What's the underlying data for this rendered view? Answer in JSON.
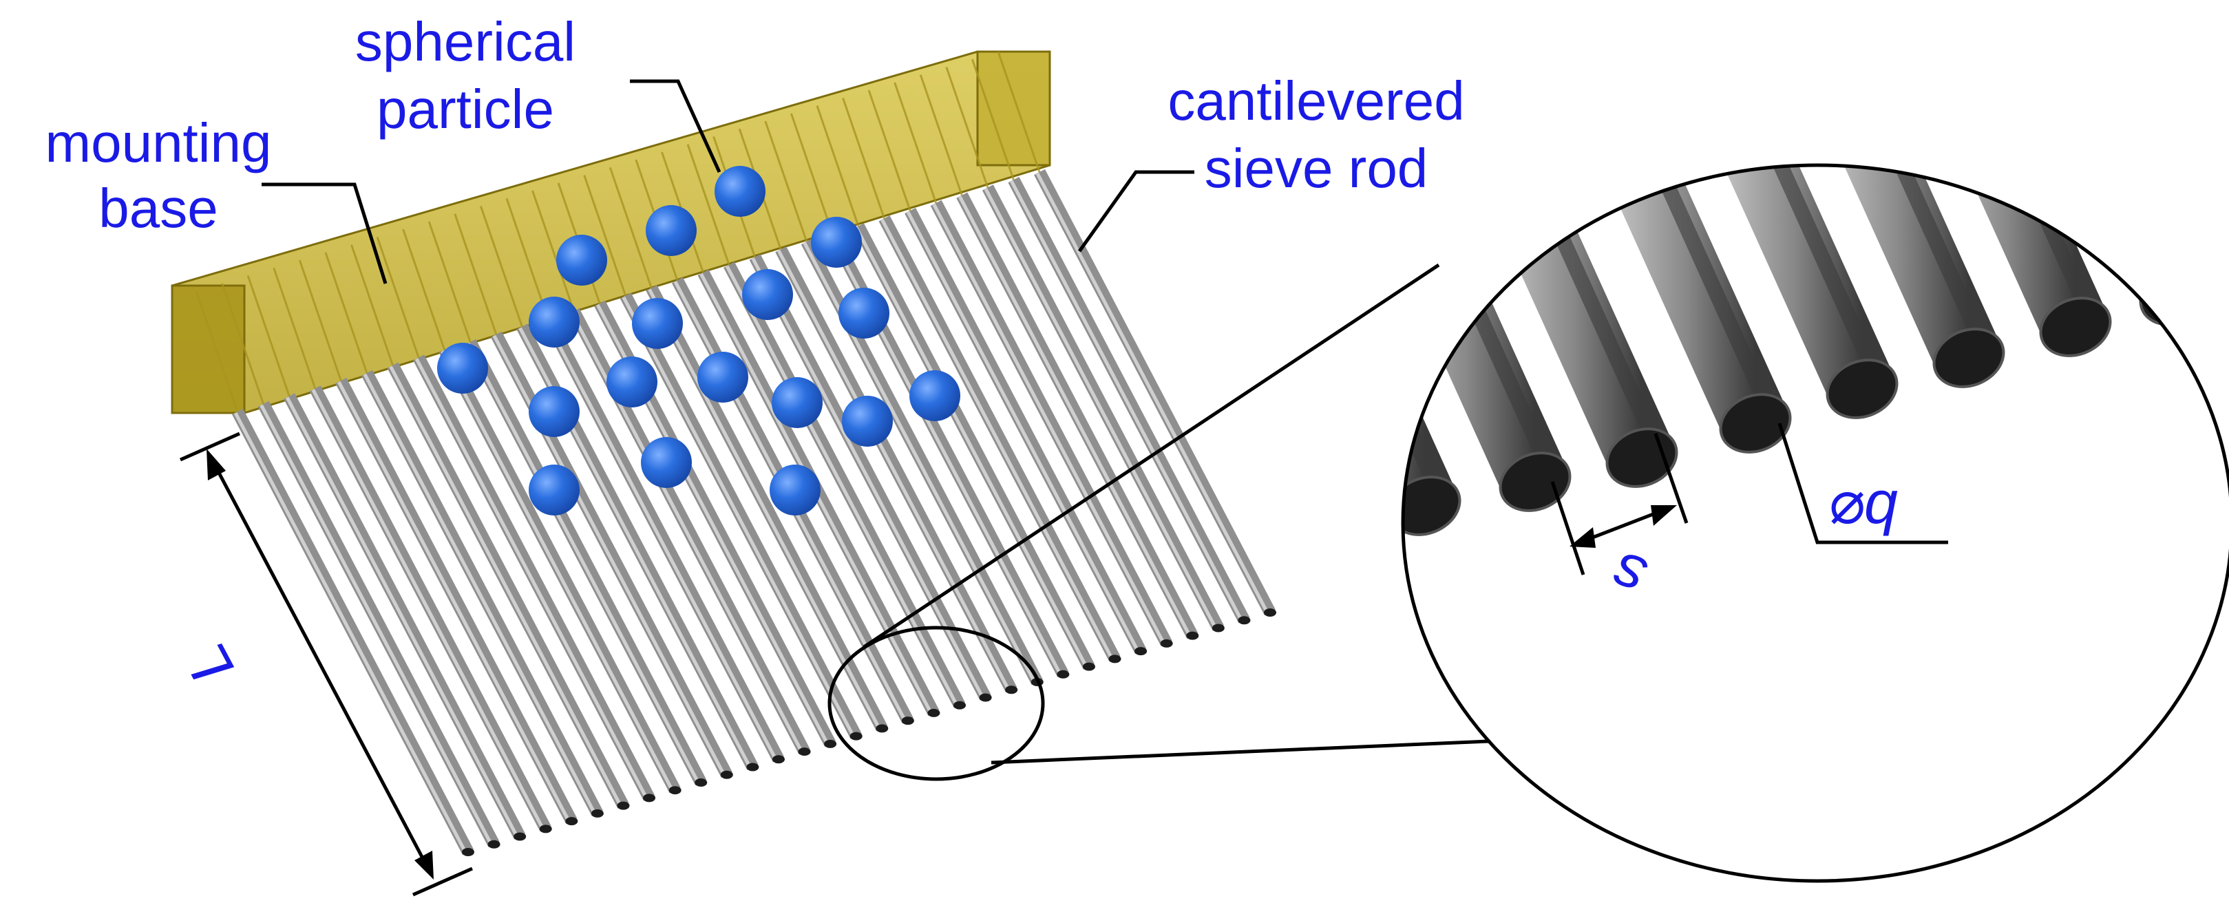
{
  "labels": {
    "mounting_base": [
      "mounting",
      "base"
    ],
    "spherical_particle": [
      "spherical",
      "particle"
    ],
    "cantilevered_sieve_rod": [
      "cantilevered",
      "sieve rod"
    ],
    "length_symbol": "L",
    "spacing_symbol": "s",
    "diameter_symbol": "⌀q"
  },
  "colors": {
    "label_text": "#1a1ae6",
    "leader_line": "#000000",
    "base_face_top": "#d1bd3a",
    "base_face_front": "#a8941a",
    "base_edge": "#7d6d0c",
    "rod_light": "#b8b8b8",
    "rod_dark": "#4a4a4a",
    "rod_end": "#1c1c1c",
    "particle": "#2b6fe0",
    "particle_highlight": "#7fb0ff"
  },
  "icons": {
    "dimension_arrow": "double-headed-arrow",
    "zoom_callout": "magnifier-circle"
  },
  "rod_count": 32,
  "particle_count": 18
}
